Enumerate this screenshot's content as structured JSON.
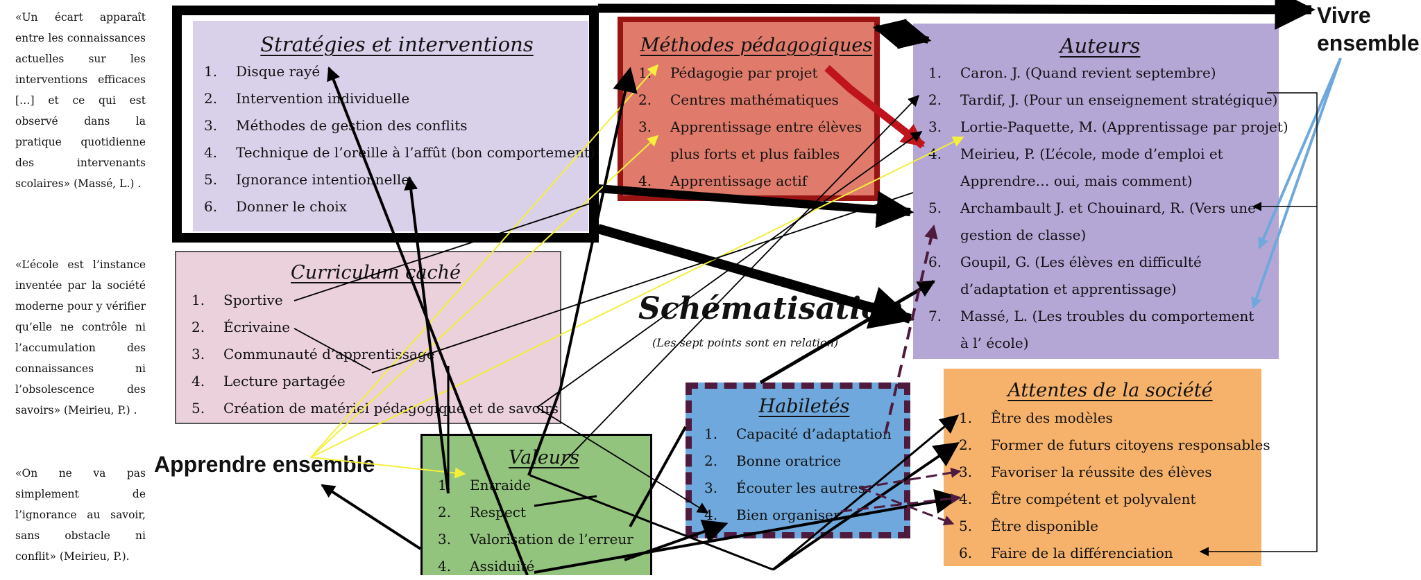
{
  "quotes": [
    "«Un écart apparaît entre les connaissances actuelles sur les interventions efficaces […] et ce qui est observé dans la pratique quotidienne des intervenants scolaires» (Massé, L.) .",
    "«L’école est l’instance inventée par la société moderne pour y vérifier qu’elle ne contrôle ni l’accumulation des connaissances ni l’obsolescence des savoirs» (Meirieu, P.) .",
    "«On ne va pas simplement de l’ignorance au savoir, sans obstacle ni conflit» (Meirieu, P.)."
  ],
  "center": {
    "title": "Schématisation",
    "subtitle": "(Les sept points sont en relation)"
  },
  "labels": {
    "apprendre": "Apprendre ensemble",
    "vivre_line1": "Vivre",
    "vivre_line2": "ensemble"
  },
  "strategies": {
    "title": "Stratégies et interventions",
    "items": [
      {
        "num": "1.",
        "text": "Disque rayé"
      },
      {
        "num": "2.",
        "text": "Intervention individuelle"
      },
      {
        "num": "3.",
        "text": "Méthodes de gestion des conflits"
      },
      {
        "num": "4.",
        "text": "Technique de l’oreille à l’affût (bon comportement)"
      },
      {
        "num": "5.",
        "text": "Ignorance intentionnelle"
      },
      {
        "num": "6.",
        "text": "Donner le choix"
      }
    ]
  },
  "methodes": {
    "title": "Méthodes pédagogiques",
    "items": [
      {
        "num": "1.",
        "text": "Pédagogie par projet"
      },
      {
        "num": "2.",
        "text": "Centres mathématiques"
      },
      {
        "num": "3.",
        "text": "Apprentissage entre élèves plus forts et plus faibles"
      },
      {
        "num": "4.",
        "text": "Apprentissage actif"
      }
    ]
  },
  "auteurs": {
    "title": "Auteurs",
    "items": [
      {
        "num": "1.",
        "text": "Caron. J. (Quand revient septembre)"
      },
      {
        "num": "2.",
        "text": "Tardif, J. (Pour un enseignement stratégique)"
      },
      {
        "num": "3.",
        "text": "Lortie-Paquette, M. (Apprentissage par projet)"
      },
      {
        "num": "4.",
        "text": "Meirieu, P. (L’école, mode d’emploi et Apprendre… oui, mais comment)"
      },
      {
        "num": "5.",
        "text": "Archambault J. et Chouinard, R. (Vers une gestion de classe)"
      },
      {
        "num": "6.",
        "text": "Goupil, G. (Les élèves en difficulté d’adaptation et apprentissage)"
      },
      {
        "num": "7.",
        "text": "Massé, L. (Les troubles du comportement à l’ école)"
      }
    ]
  },
  "curriculum": {
    "title": "Curriculum caché",
    "items": [
      {
        "num": "1.",
        "text": "Sportive"
      },
      {
        "num": "2.",
        "text": "Écrivaine"
      },
      {
        "num": "3.",
        "text": "Communauté d’apprentissage"
      },
      {
        "num": "4.",
        "text": "Lecture partagée"
      },
      {
        "num": "5.",
        "text": "Création de matériel pédagogique et de savoirs"
      }
    ]
  },
  "habiletes": {
    "title": "Habiletés",
    "items": [
      {
        "num": "1.",
        "text": "Capacité d’adaptation"
      },
      {
        "num": "2.",
        "text": "Bonne oratrice"
      },
      {
        "num": "3.",
        "text": "Écouter les autres"
      },
      {
        "num": "4.",
        "text": "Bien organiser"
      }
    ]
  },
  "attentes": {
    "title": "Attentes de la société",
    "items": [
      {
        "num": "1.",
        "text": "Être des modèles"
      },
      {
        "num": "2.",
        "text": "Former de futurs citoyens responsables"
      },
      {
        "num": "3.",
        "text": "Favoriser la réussite des élèves"
      },
      {
        "num": "4.",
        "text": "Être compétent et polyvalent"
      },
      {
        "num": "5.",
        "text": "Être disponible"
      },
      {
        "num": "6.",
        "text": "Faire de la différenciation"
      }
    ]
  },
  "valeurs": {
    "title": "Valeurs",
    "items": [
      {
        "num": "1.",
        "text": "Entraide"
      },
      {
        "num": "2.",
        "text": "Respect"
      },
      {
        "num": "3.",
        "text": "Valorisation de l’erreur"
      },
      {
        "num": "4.",
        "text": "Assiduité"
      }
    ]
  },
  "colors": {
    "strategies_fill": "#d9d1e9",
    "methodes_fill": "#e07b6b",
    "methodes_border": "#9a1414",
    "auteurs_fill": "#b4a7d6",
    "curriculum_fill": "#ead1dc",
    "habiletes_fill": "#6fa8dc",
    "habiletes_border": "#4e1a3d",
    "attentes_fill": "#f6b26b",
    "valeurs_fill": "#93c47d",
    "yellow_arrow": "#f5ef3a",
    "blue_arrow": "#6fa8dc",
    "red_arrow": "#c0141c",
    "dark_dashed": "#4e1a3d"
  }
}
